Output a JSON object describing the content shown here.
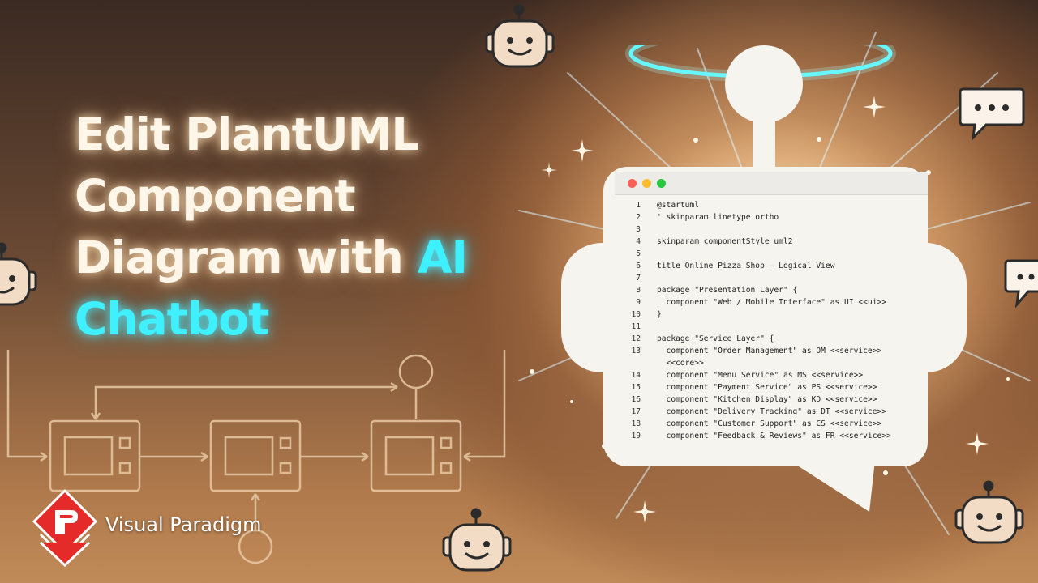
{
  "headline": {
    "line1": "Edit PlantUML",
    "line2": "Component",
    "line3_main": "Diagram with ",
    "line3_accent": "AI",
    "line4_accent": "Chatbot"
  },
  "brand": {
    "name": "Visual Paradigm",
    "logo_colors": [
      "#e52a2a",
      "#ffffff"
    ]
  },
  "colors": {
    "accent": "#3ff0ff",
    "halo": "#4ff4ff",
    "title": "#fff6ea",
    "flow_lines": "#e8c9a4"
  },
  "icons": [
    "robot-icon",
    "speech-bubble-icon",
    "halo-icon",
    "sparkle-icon",
    "window-controls-icon"
  ],
  "code_editor": {
    "window_buttons": [
      "#ff5f57",
      "#febc2e",
      "#28c840"
    ],
    "lines": [
      {
        "n": "1",
        "text": "@startuml"
      },
      {
        "n": "2",
        "text": "' skinparam linetype ortho"
      },
      {
        "n": "3",
        "text": ""
      },
      {
        "n": "4",
        "text": "skinparam componentStyle uml2"
      },
      {
        "n": "5",
        "text": ""
      },
      {
        "n": "6",
        "text": "title Online Pizza Shop – Logical View"
      },
      {
        "n": "7",
        "text": ""
      },
      {
        "n": "8",
        "text": "package \"Presentation Layer\" {"
      },
      {
        "n": "9",
        "text": "  component \"Web / Mobile Interface\" as UI <<ui>>"
      },
      {
        "n": "10",
        "text": "}"
      },
      {
        "n": "11",
        "text": ""
      },
      {
        "n": "12",
        "text": "package \"Service Layer\" {"
      },
      {
        "n": "13",
        "text": "  component \"Order Management\" as OM <<service>>"
      },
      {
        "n": "",
        "text": "  <<core>>"
      },
      {
        "n": "14",
        "text": "  component \"Menu Service\" as MS <<service>>"
      },
      {
        "n": "15",
        "text": "  component \"Payment Service\" as PS <<service>>"
      },
      {
        "n": "16",
        "text": "  component \"Kitchen Display\" as KD <<service>>"
      },
      {
        "n": "17",
        "text": "  component \"Delivery Tracking\" as DT <<service>>"
      },
      {
        "n": "18",
        "text": "  component \"Customer Support\" as CS <<service>>"
      },
      {
        "n": "19",
        "text": "  component \"Feedback & Reviews\" as FR <<service>>"
      }
    ]
  }
}
